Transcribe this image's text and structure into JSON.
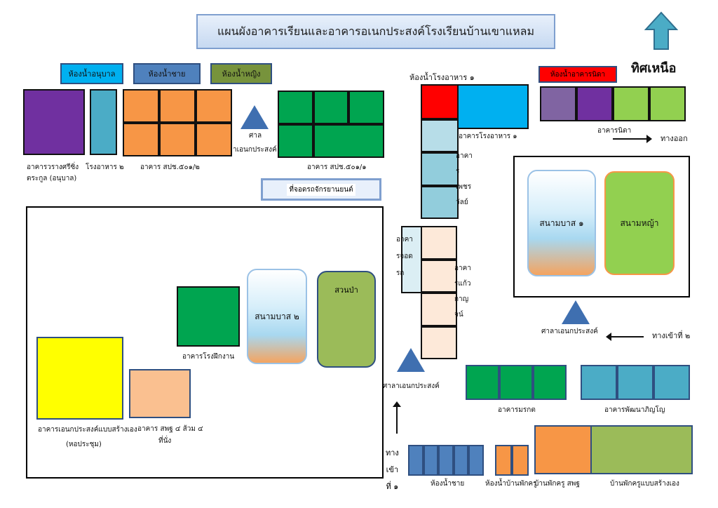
{
  "title": "แผนผังอาคารเรียนและอาคารอเนกประสงค์โรงเรียนบ้านเขาแหลม",
  "north_label": "ทิศเหนือ",
  "legend": {
    "kindergarten_restroom": "ห้องน้ำอนุบาล",
    "male_restroom": "ห้องน้ำชาย",
    "female_restroom": "ห้องน้ำหญิง"
  },
  "labels": {
    "kindergarten_building": "อาคารวรางศรีซิ่ง",
    "kindergarten_building_sub": "ตระกูล (อนุบาล)",
    "canteen_2": "โรงอาหาร ๒",
    "building_501_2": "อาคาร สปช.๕๐๑/๒",
    "sala_left_1": "ศาล",
    "sala_left_2": "าเอนกประสงค์",
    "building_501_1": "อาคาร สปช.๕๐๑/๑",
    "parking_sign": "ที่จอดรถจักรยานยนต์",
    "canteen_restroom": "ห้องน้ำโรงอาหาร ๑",
    "canteen_1": "อาคารโรงอาหาร ๑",
    "phet_building_v": [
      "อาคา",
      "ร",
      "เพชร",
      "วัลย์"
    ],
    "parking_building_v": [
      "อาคา",
      "รจอด",
      "รถ"
    ],
    "kaew_building_v": [
      "อาคา",
      "รแก้ว",
      "กาญ",
      "จน์"
    ],
    "nida_restroom": "ห้องน้ำอาคารนิดา",
    "nida_building": "อาคารนิดา",
    "exit": "ทางออก",
    "basketball_1": "สนามบาส ๑",
    "grass_field": "สนามหญ้า",
    "sala_right": "ศาลาเอนกประสงค์",
    "entrance_2": "ทางเข้าที่ ๒",
    "sala_center": "ศาลาเอนกประสงค์",
    "training_building": "อาคารโรงฝึกงาน",
    "basketball_2": "สนามบาส ๒",
    "garden": "สวนป่า",
    "multipurpose_hall_1": "อาคารเอนกประสงค์แบบสร้างเอง",
    "multipurpose_hall_2": "(หอประชุม)",
    "spch_building_1": "อาคาร สพฐ ๔ ส้วม ๔",
    "spch_building_2": "ที่นั่ง",
    "morakot_building": "อาคารมรกต",
    "phatthana_building": "อาคารพัฒนาภิญโญ",
    "entrance_1_v": [
      "ทาง",
      "เข้า",
      "ที่ ๑"
    ],
    "male_restroom_bottom": "ห้องน้ำชาย",
    "teacher_restroom": "ห้องน้ำบ้านพักครู",
    "teacher_house_spch": "บ้านพักครู สพฐ",
    "teacher_house_self": "บ้านพักครูแบบสร้างเอง"
  },
  "colors": {
    "purple": "#7030a0",
    "teal": "#4bacc6",
    "orange": "#f79646",
    "green": "#00a550",
    "red": "#ff0000",
    "sky": "#00b0f0",
    "lightblue": "#9bc2e6",
    "peach": "#fce4d6",
    "lavender": "#8064a2",
    "lime": "#92d050",
    "yellow": "#ffff00",
    "salmon": "#fac090",
    "olive": "#9bbb59",
    "steel": "#4f81bd",
    "arrow": "#4bacc6",
    "triangle": "#3f6fb0"
  },
  "icons": {
    "north_arrow": "up-arrow-icon",
    "direction_arrow": "right-arrow-icon"
  }
}
